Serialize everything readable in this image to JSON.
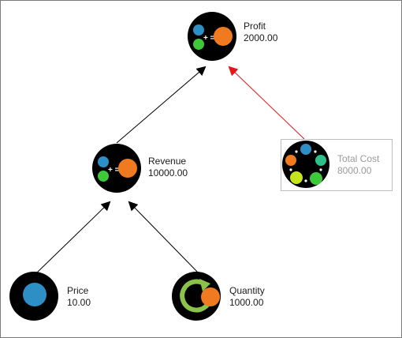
{
  "nodes": {
    "profit": {
      "name": "Profit",
      "value": "2000.00",
      "kind": "formula-icon"
    },
    "revenue": {
      "name": "Revenue",
      "value": "10000.00",
      "kind": "formula-icon"
    },
    "total_cost": {
      "name": "Total Cost",
      "value": "8000.00",
      "kind": "cycle-nodes-icon",
      "selected": true
    },
    "price": {
      "name": "Price",
      "value": "10.00",
      "kind": "circle-icon"
    },
    "quantity": {
      "name": "Quantity",
      "value": "1000.00",
      "kind": "refresh-arrow-icon"
    }
  },
  "links": [
    {
      "from": "price",
      "to": "revenue",
      "color": "#000000"
    },
    {
      "from": "quantity",
      "to": "revenue",
      "color": "#000000"
    },
    {
      "from": "revenue",
      "to": "profit",
      "color": "#000000"
    },
    {
      "from": "total_cost",
      "to": "profit",
      "color": "#e8141b"
    }
  ],
  "colors": {
    "icon_bg": "#000000",
    "blue": "#2e8fc7",
    "green": "#3ec93a",
    "orange": "#ef7a1f",
    "teal": "#2fbf8a",
    "lime": "#c7e51c",
    "arrow_ring": "#8bc34a",
    "muted_text": "#9a9a9a"
  }
}
